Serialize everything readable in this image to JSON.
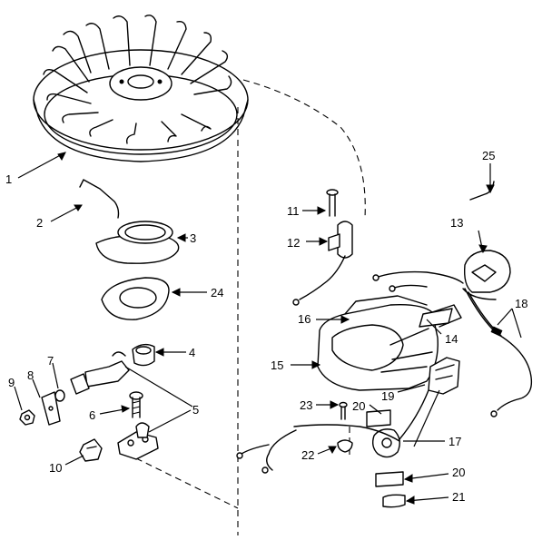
{
  "callouts": [
    {
      "id": "c1",
      "label": "1"
    },
    {
      "id": "c2",
      "label": "2"
    },
    {
      "id": "c3",
      "label": "3"
    },
    {
      "id": "c4",
      "label": "4"
    },
    {
      "id": "c5",
      "label": "5"
    },
    {
      "id": "c6",
      "label": "6"
    },
    {
      "id": "c7",
      "label": "7"
    },
    {
      "id": "c8",
      "label": "8"
    },
    {
      "id": "c9",
      "label": "9"
    },
    {
      "id": "c10",
      "label": "10"
    },
    {
      "id": "c11",
      "label": "11"
    },
    {
      "id": "c12",
      "label": "12"
    },
    {
      "id": "c13",
      "label": "13"
    },
    {
      "id": "c14",
      "label": "14"
    },
    {
      "id": "c15",
      "label": "15"
    },
    {
      "id": "c16",
      "label": "16"
    },
    {
      "id": "c17",
      "label": "17"
    },
    {
      "id": "c18",
      "label": "18"
    },
    {
      "id": "c19",
      "label": "19"
    },
    {
      "id": "c20a",
      "label": "20"
    },
    {
      "id": "c20b",
      "label": "20"
    },
    {
      "id": "c21",
      "label": "21"
    },
    {
      "id": "c22",
      "label": "22"
    },
    {
      "id": "c23",
      "label": "23"
    },
    {
      "id": "c24",
      "label": "24"
    },
    {
      "id": "c25",
      "label": "25"
    }
  ]
}
